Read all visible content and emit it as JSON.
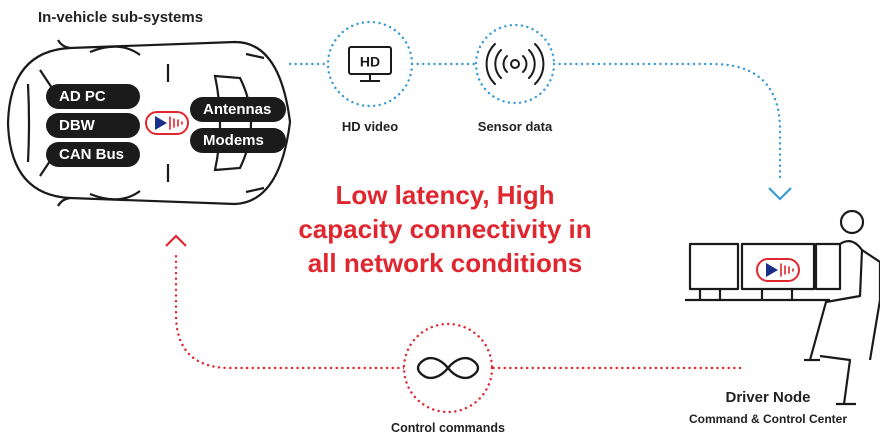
{
  "title": "In-vehicle sub-systems",
  "vehicle": {
    "left_pills": [
      "AD PC",
      "DBW",
      "CAN Bus"
    ],
    "right_pills": [
      "Antennas",
      "Modems"
    ],
    "logo_icon": "play-waveform-icon"
  },
  "uplink": {
    "items": [
      {
        "label": "HD video",
        "icon": "hd-monitor-icon",
        "icon_text": "HD"
      },
      {
        "label": "Sensor data",
        "icon": "signal-broadcast-icon"
      }
    ],
    "color": "#3a9bd5"
  },
  "downlink": {
    "label": "Control commands",
    "icon": "infinity-icon",
    "color": "#e0262f"
  },
  "headline": [
    "Low latency, High",
    "capacity connectivity in",
    "all network conditions"
  ],
  "driver_node": {
    "title": "Driver Node",
    "subtitle": "Command & Control Center"
  }
}
